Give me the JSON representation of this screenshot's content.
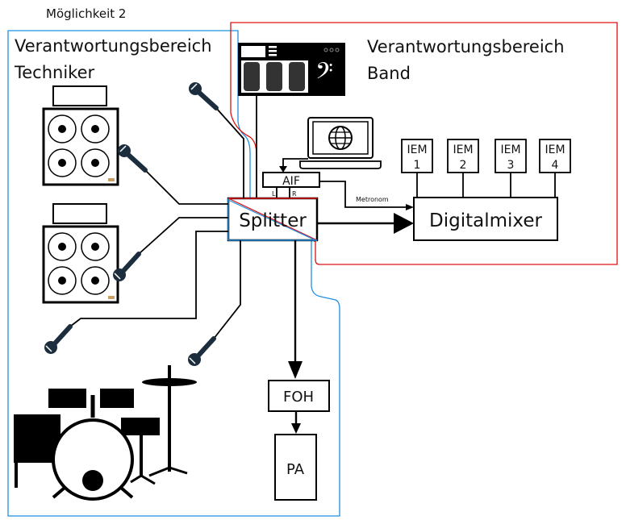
{
  "caption": "Möglichkeit 2",
  "regions": {
    "technician": {
      "title_line1": "Verantwortungsbereich",
      "title_line2": "Techniker",
      "color": "#1e90e0"
    },
    "band": {
      "title_line1": "Verantwortungsbereich",
      "title_line2": "Band",
      "color": "#e01010"
    }
  },
  "nodes": {
    "splitter": "Splitter",
    "aif": "AIF",
    "aif_left": "L",
    "aif_right": "R",
    "digitalmixer": "Digitalmixer",
    "foh": "FOH",
    "pa": "PA",
    "metronom": "Metronom",
    "iem": [
      {
        "line1": "IEM",
        "line2": "1"
      },
      {
        "line1": "IEM",
        "line2": "2"
      },
      {
        "line1": "IEM",
        "line2": "3"
      },
      {
        "line1": "IEM",
        "line2": "4"
      }
    ]
  },
  "icons": [
    "guitar-amp-icon",
    "bass-amp-icon",
    "microphone-icon",
    "drum-kit-icon",
    "bass-effects-pedal-icon",
    "laptop-icon",
    "globe-icon"
  ]
}
